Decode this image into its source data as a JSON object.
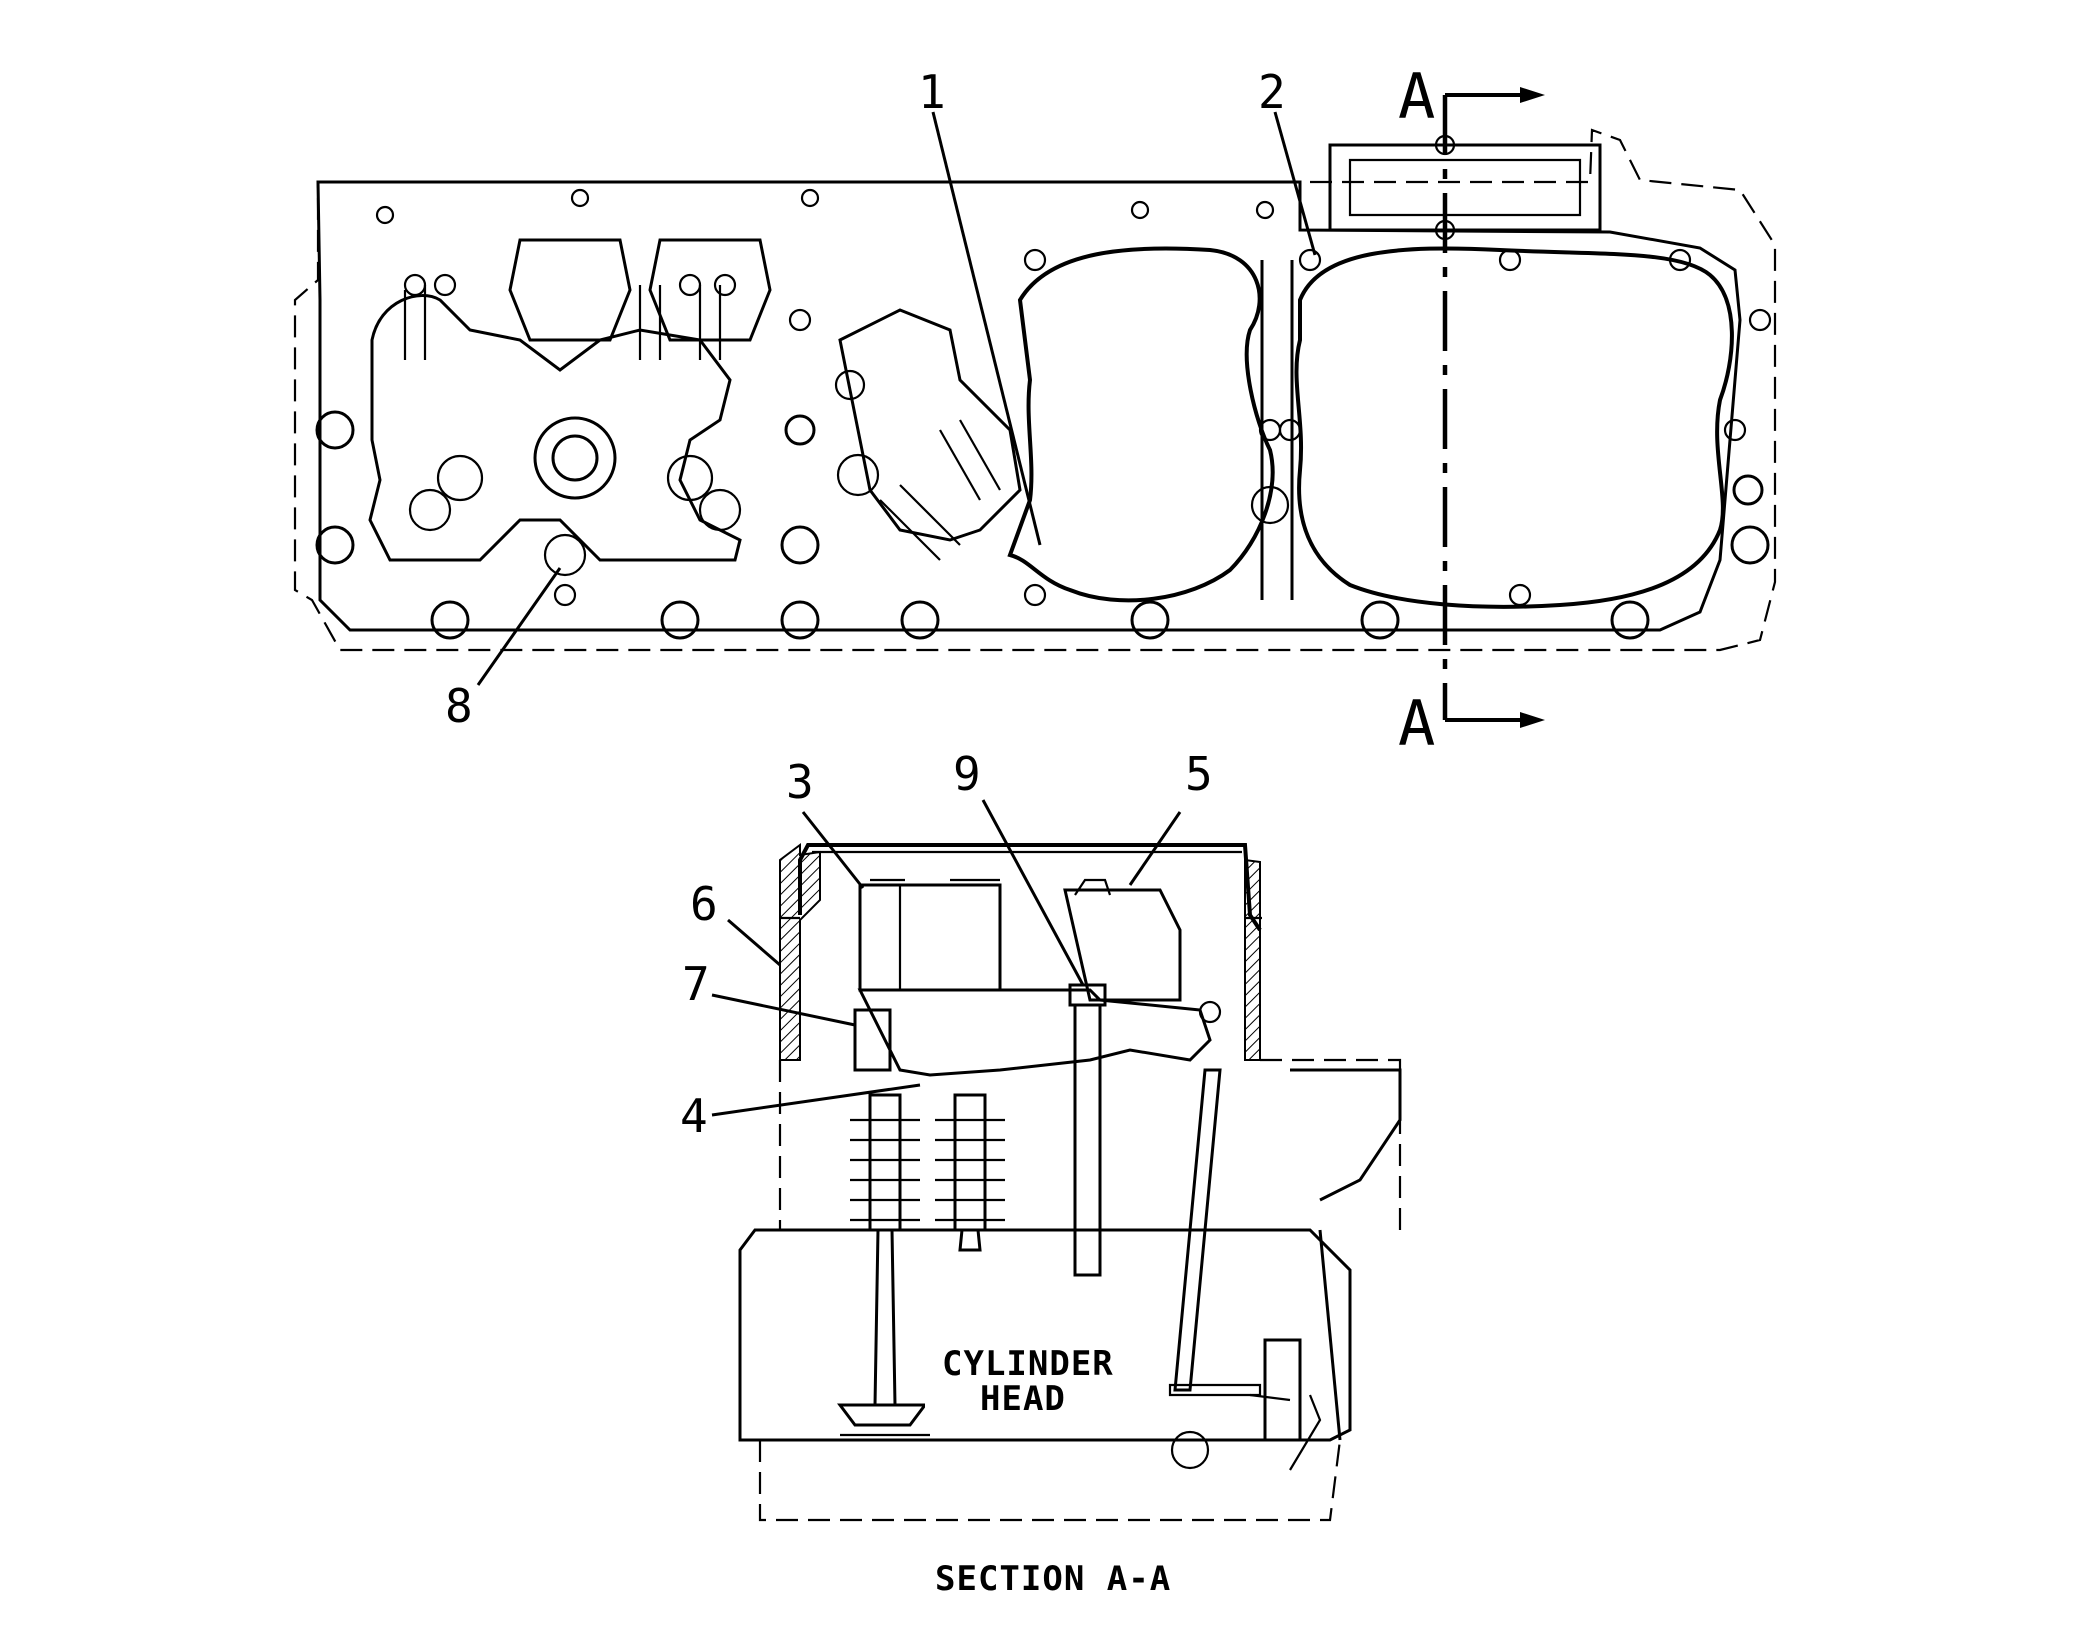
{
  "callouts": [
    "1",
    "2",
    "3",
    "4",
    "5",
    "6",
    "7",
    "8",
    "9"
  ],
  "section_marker": "A",
  "section_title": "SECTION A-A",
  "part_label": {
    "line1": "CYLINDER",
    "line2": "HEAD"
  },
  "colors": {
    "line": "#000000",
    "background": "#ffffff"
  }
}
